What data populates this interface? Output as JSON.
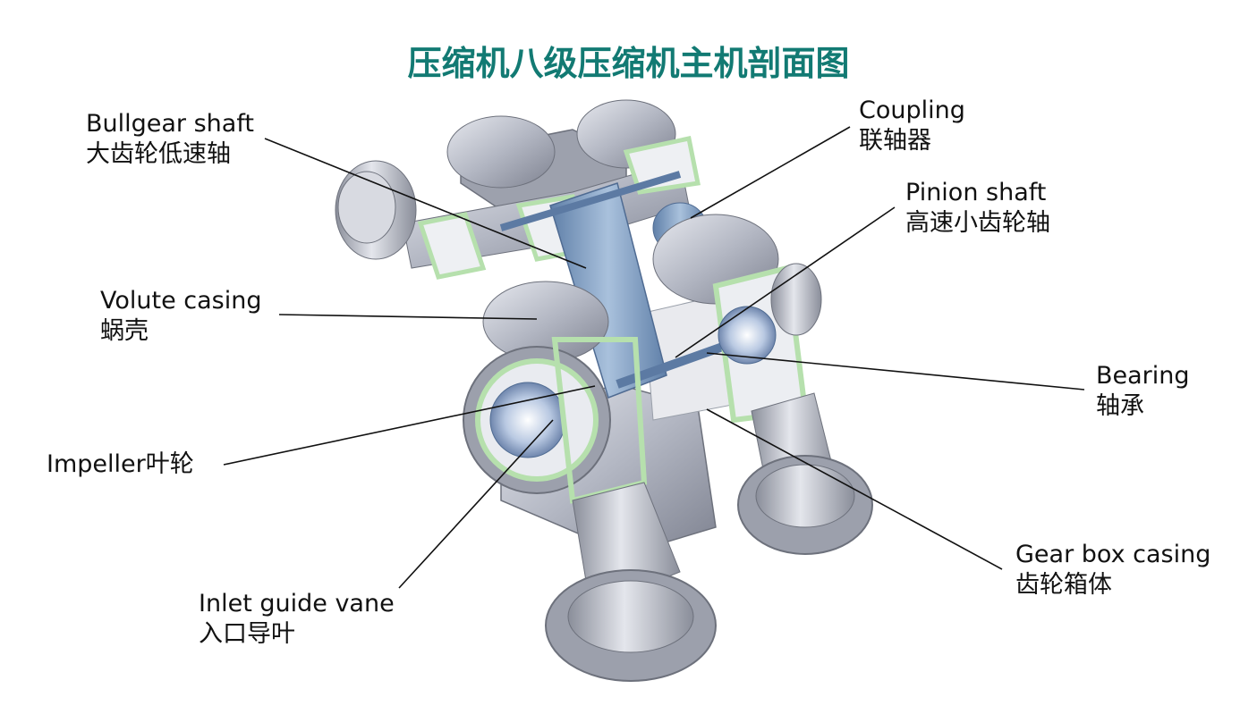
{
  "title": "压缩机八级压缩机主机剖面图",
  "labels": {
    "bullgear_shaft": {
      "en": "Bullgear shaft",
      "zh": "大齿轮低速轴"
    },
    "coupling": {
      "en": "Coupling",
      "zh": "联轴器"
    },
    "pinion_shaft": {
      "en": "Pinion shaft",
      "zh": "高速小齿轮轴"
    },
    "volute_casing": {
      "en": "Volute casing",
      "zh": "蜗壳"
    },
    "bearing": {
      "en": "Bearing",
      "zh": "轴承"
    },
    "impeller": {
      "en": "Impeller叶轮"
    },
    "gear_box_casing": {
      "en": "Gear box casing",
      "zh": "齿轮箱体"
    },
    "inlet_guide_vane": {
      "en": "Inlet guide vane",
      "zh": "入口导叶"
    }
  },
  "colors": {
    "title": "#127a73",
    "casing": "#b4b8c4",
    "casing_dark": "#8c909c",
    "section_edge": "#c9e8c2",
    "shaft_blue": "#7f9fc4"
  }
}
